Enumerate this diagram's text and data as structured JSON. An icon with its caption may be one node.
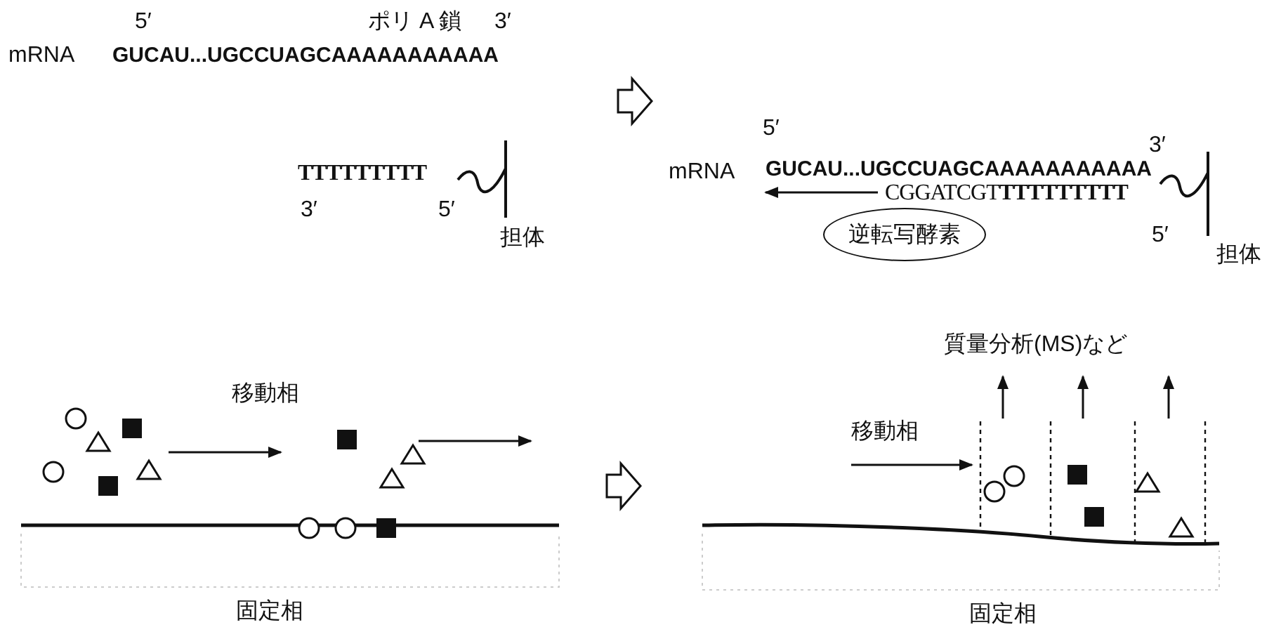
{
  "diagram": {
    "nodes": [
      {
        "text": [
          "逆転写酵素"
        ]
      }
    ],
    "labels": [
      "5′",
      "ポリ A 鎖",
      "3′",
      "mRNA",
      "GUCAU...UGCCUAGCAAAAAAAAAAA",
      "TTTTTTTTT",
      "3′",
      "5′",
      "担体",
      "5′",
      "3′",
      "mRNA",
      "GUCAU...UGCCUAGCAAAAAAAAAAA",
      "CGGATCGT**TTTTTTTTT**",
      "5′",
      "担体",
      "質量分析(MS)など",
      "移動相",
      "移動相",
      "固定相",
      "固定相"
    ]
  }
}
